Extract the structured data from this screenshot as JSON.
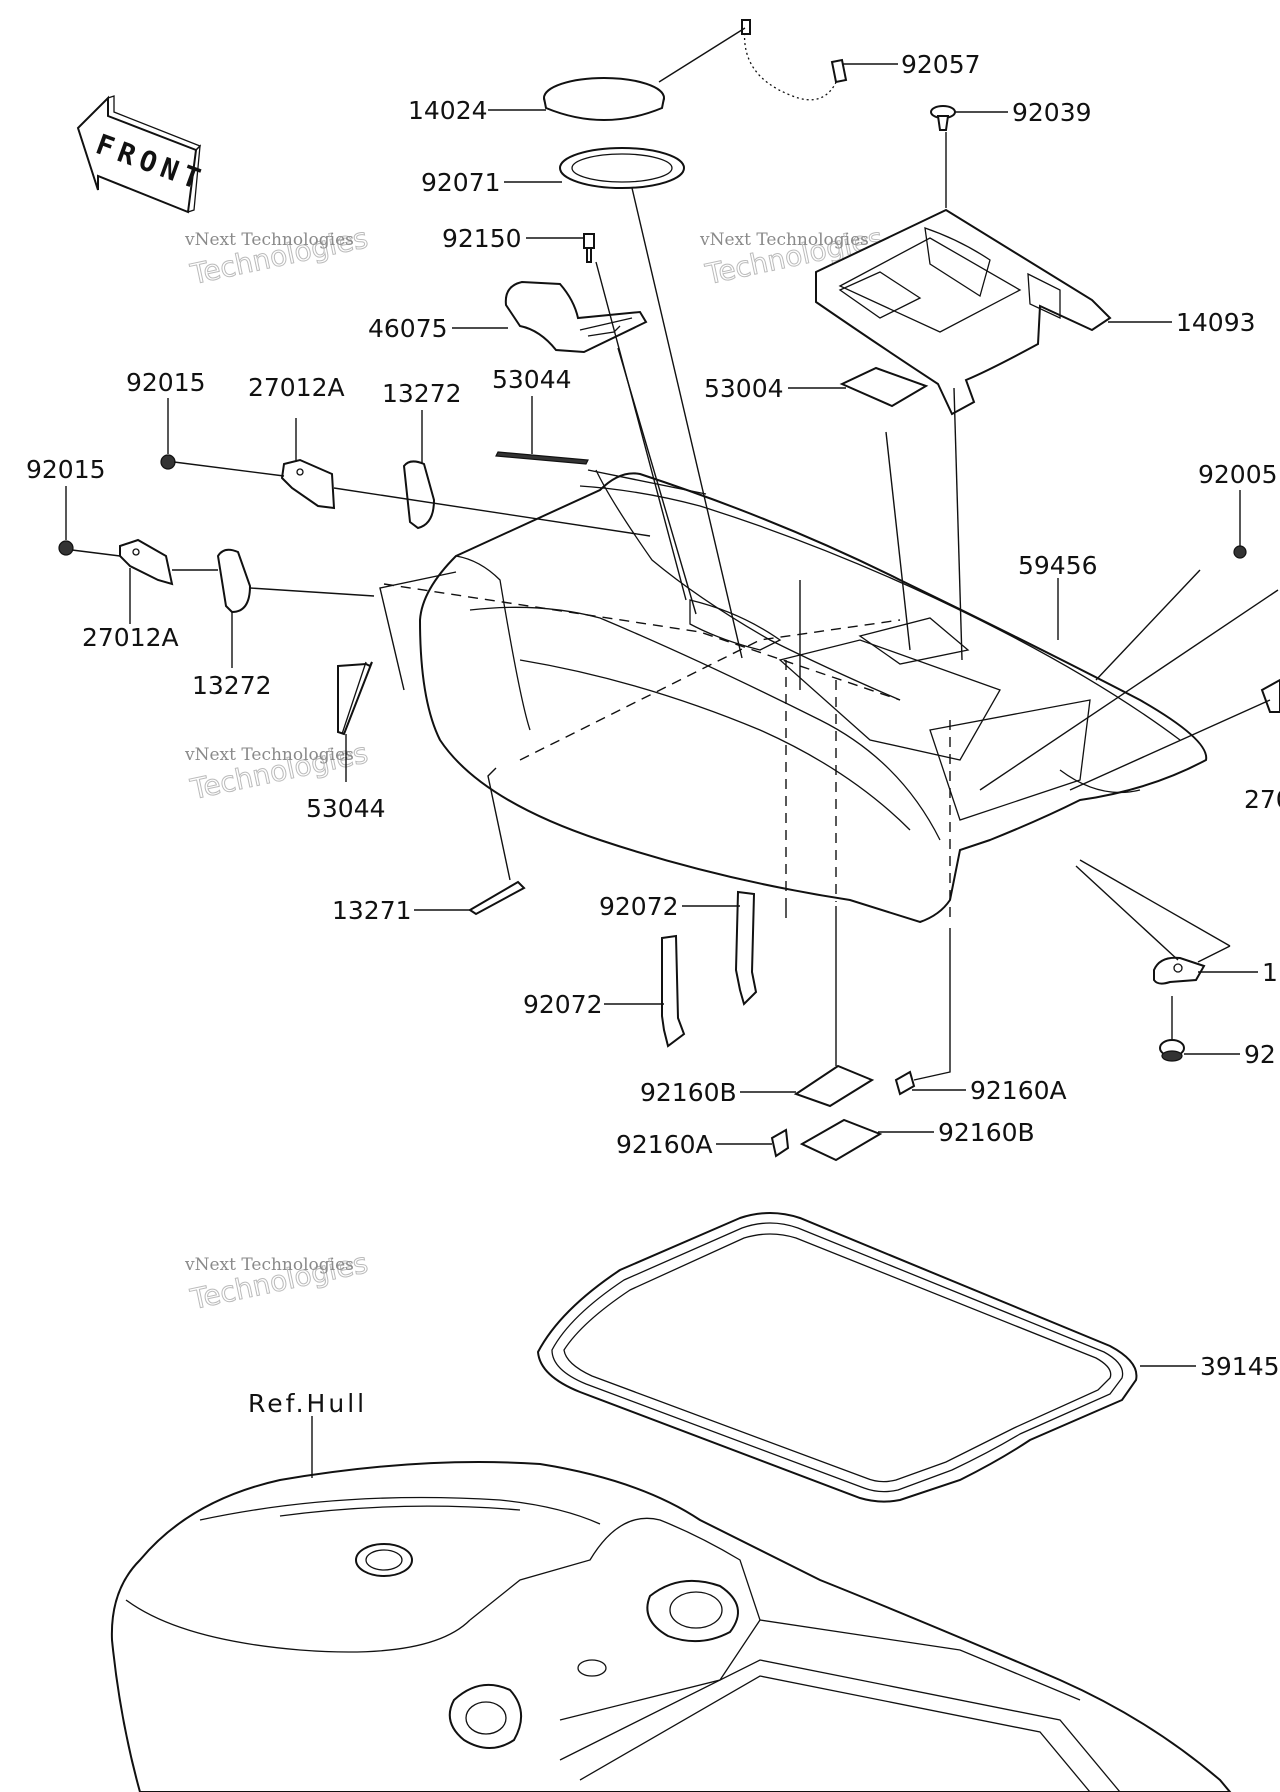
{
  "diagram": {
    "front_label": "FRONT",
    "ref_label": "Ref.Hull",
    "watermark": {
      "line1": "vNext Technologies",
      "line2": "Technologies"
    },
    "callouts": [
      "92057",
      "14024",
      "92039",
      "92071",
      "92150",
      "46075",
      "14093",
      "53004",
      "92015",
      "27012A",
      "13272",
      "53044",
      "92015",
      "92005",
      "59456",
      "27012A",
      "13272",
      "53044",
      "270",
      "13271",
      "92072",
      "92072",
      "1",
      "92",
      "92160B",
      "92160A",
      "92160A",
      "92160B",
      "39145"
    ]
  }
}
